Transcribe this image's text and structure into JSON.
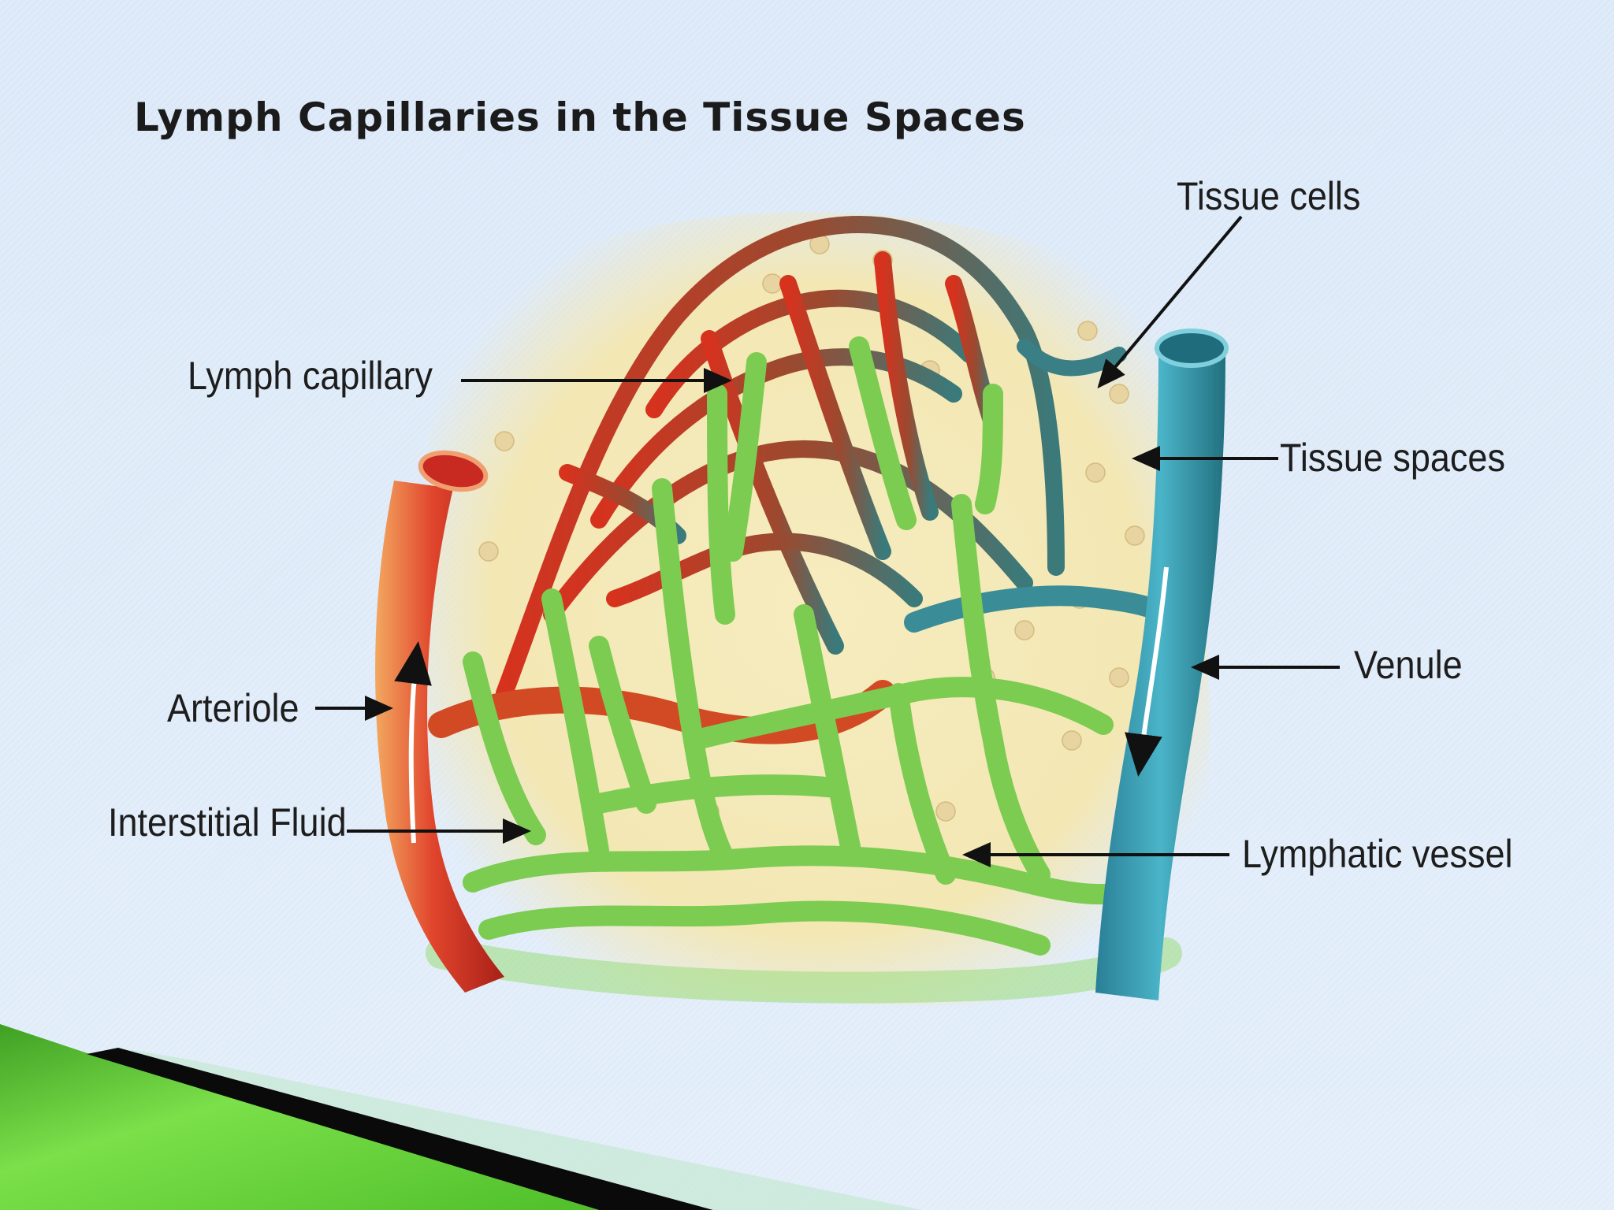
{
  "title": "Lymph Capillaries in the Tissue Spaces",
  "labels": {
    "tissue_cells": "Tissue cells",
    "lymph_capillary": "Lymph capillary",
    "tissue_spaces": "Tissue spaces",
    "venule": "Venule",
    "arteriole": "Arteriole",
    "interstitial_fluid": "Interstitial Fluid",
    "lymphatic_vessel": "Lymphatic vessel"
  },
  "colors": {
    "arteriole": "#d8362a",
    "capillary_red": "#c8402c",
    "capillary_brown": "#8a4a30",
    "venule": "#2f8fa6",
    "lymph": "#7ccc52",
    "tissue": "#f5eab8",
    "slide_accent": "#6fd13a"
  }
}
